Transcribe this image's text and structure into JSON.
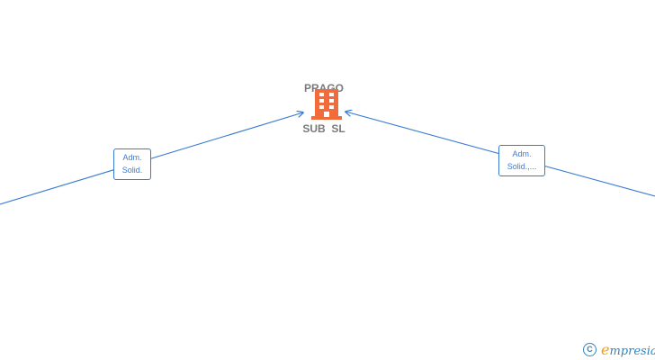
{
  "company": {
    "name_line1": "PRAGO",
    "name_line2": "SUB  SL"
  },
  "edges": [
    {
      "label_line1": "Adm.",
      "label_line2": "Solid."
    },
    {
      "label_line1": "Adm.",
      "label_line2": "Solid.,..."
    }
  ],
  "footer": {
    "copyright_symbol": "C",
    "brand_initial": "e",
    "brand_rest": "mpresia"
  },
  "colors": {
    "edge": "#3a7bd5",
    "building": "#f26b3a",
    "company_text": "#7a7a7a",
    "brand": "#2e86c1",
    "brand_accent": "#f39c12"
  }
}
